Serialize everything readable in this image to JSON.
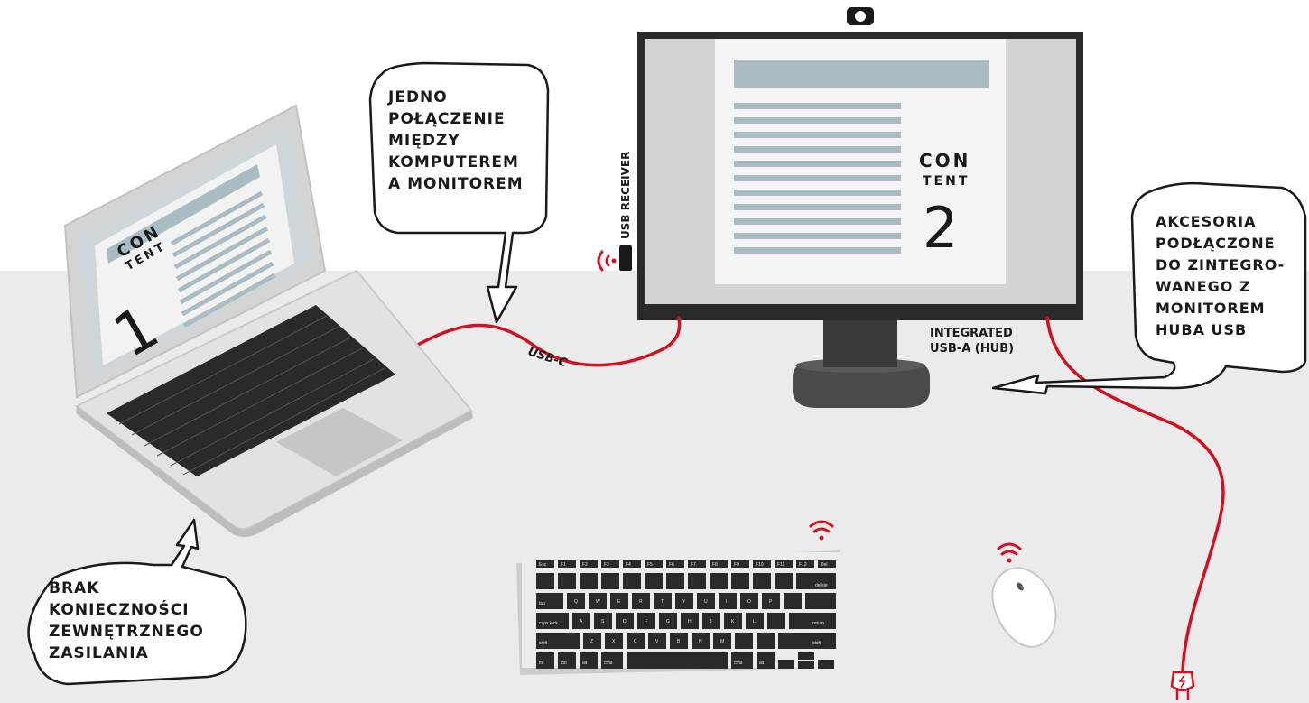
{
  "bubbles": {
    "single_connection": [
      "JEDNO",
      "POŁĄCZENIE",
      "MIĘDZY",
      "KOMPUTEREM",
      "A MONITOREM"
    ],
    "no_external_power": [
      "BRAK",
      "KONIECZNOŚCI",
      "ZEWNĘTRZNEGO",
      "ZASILANIA"
    ],
    "accessories": [
      "AKCESORIA",
      "PODŁĄCZONE",
      "DO ZINTEGRO-",
      "WANEGO Z",
      "MONITOREM",
      "HUBA USB"
    ]
  },
  "labels": {
    "usb_c": "USB-C",
    "usb_receiver": "USB RECEIVER",
    "integrated_line1": "INTEGRATED",
    "integrated_line2": "USB-A (HUB)"
  },
  "screens": {
    "laptop": {
      "word_top": "CON",
      "word_bottom": "TENT",
      "number": "1"
    },
    "monitor": {
      "word_top": "CON",
      "word_bottom": "TENT",
      "number": "2"
    }
  },
  "keyboard": {
    "fn_row": [
      "Esc",
      "F1",
      "F2",
      "F3",
      "F4",
      "F5",
      "F6",
      "F7",
      "F8",
      "F9",
      "F10",
      "F11",
      "F12",
      "Del"
    ],
    "keys": {
      "delete": "delete",
      "tab": "tab",
      "caps_lock": "caps lock",
      "return": "return",
      "shift": "shift",
      "fn": "fn",
      "ctrl": "ctrl",
      "alt": "alt",
      "cmd": "cmd"
    },
    "row_qwerty": [
      "Q",
      "W",
      "E",
      "R",
      "T",
      "Y",
      "U",
      "I",
      "O",
      "P"
    ],
    "row_asdf": [
      "A",
      "S",
      "D",
      "F",
      "G",
      "H",
      "J",
      "K",
      "L"
    ],
    "row_zxcv": [
      "Z",
      "X",
      "C",
      "V",
      "B",
      "N",
      "M"
    ]
  },
  "colors": {
    "cable": "#d4101e",
    "floor": "#ebebeb",
    "outline": "#1a1a1a",
    "doc_bar": "#a9bcc4",
    "monitor_bezel": "#2a2a2a",
    "laptop_body": "#d9d9d9"
  },
  "icons": [
    "wifi-icon",
    "radio-waves-icon",
    "power-plug-icon",
    "webcam-icon"
  ]
}
